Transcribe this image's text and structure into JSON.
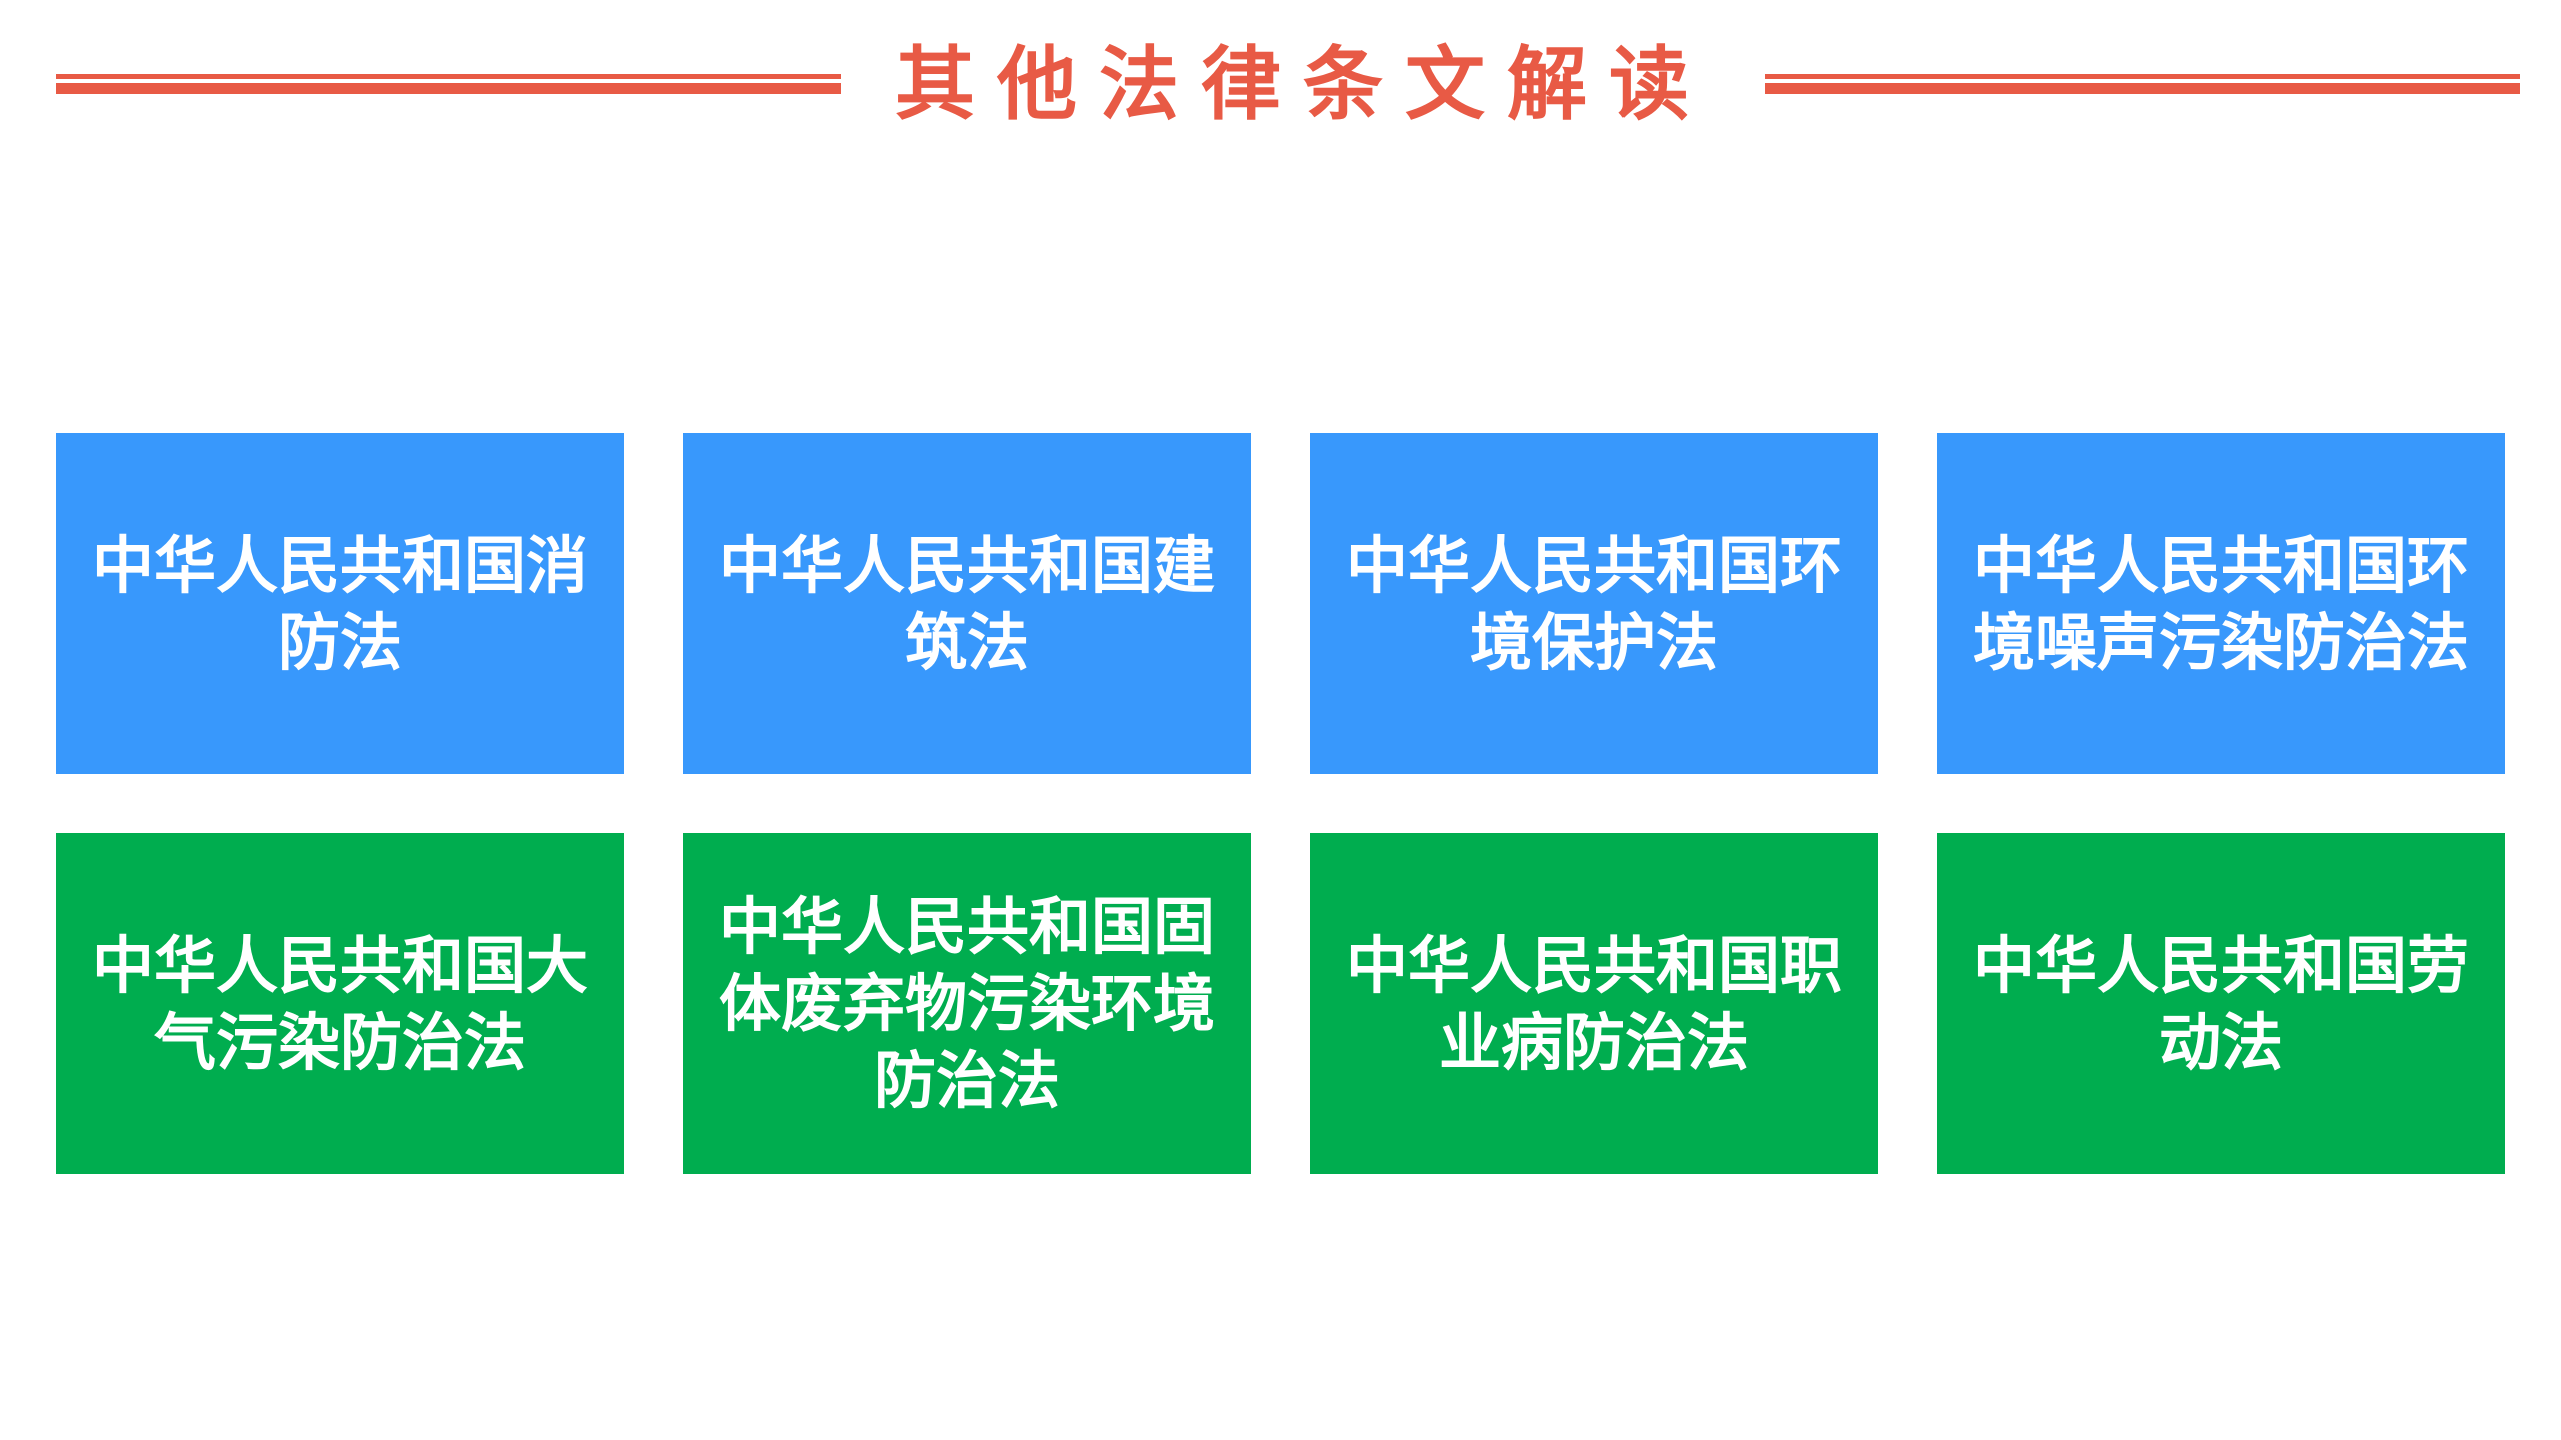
{
  "header": {
    "title": "其他法律条文解读",
    "accent_color": "#e85a45"
  },
  "colors": {
    "row1": "#3898fc",
    "row2": "#00ad4f"
  },
  "cards": [
    {
      "label": "中华人民共和国消防法"
    },
    {
      "label": "中华人民共和国建筑法"
    },
    {
      "label": "中华人民共和国环境保护法"
    },
    {
      "label": "中华人民共和国环境噪声污染防治法"
    },
    {
      "label": "中华人民共和国大气污染防治法"
    },
    {
      "label": "中华人民共和国固体废弃物污染环境防治法"
    },
    {
      "label": "中华人民共和国职业病防治法"
    },
    {
      "label": "中华人民共和国劳动法"
    }
  ]
}
